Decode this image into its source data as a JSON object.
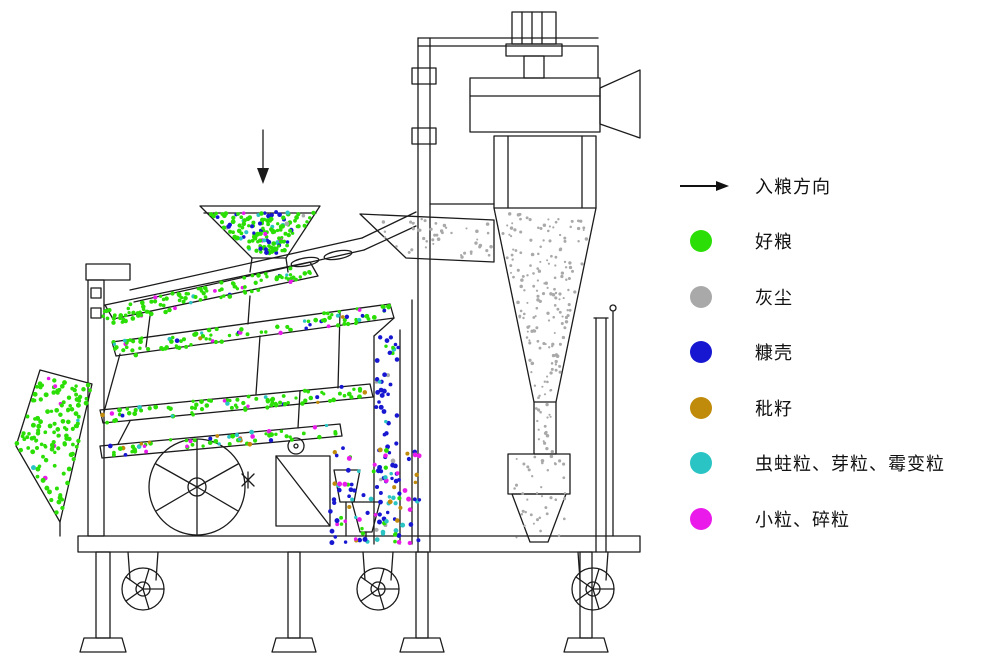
{
  "colors": {
    "line": "#1b1b1b",
    "arrow": "#111111",
    "good_grain": "#2bdf06",
    "dust": "#a9a9a9",
    "chaff": "#1717d1",
    "blighted_seed": "#c08a0a",
    "damaged_grain": "#2bc4c4",
    "small_broken": "#ea1bea"
  },
  "legend": {
    "items": [
      {
        "label": "入粮方向",
        "swatch": "arrow",
        "color_key": "arrow"
      },
      {
        "label": "好粮",
        "swatch": "dot",
        "color_key": "good_grain"
      },
      {
        "label": "灰尘",
        "swatch": "dot",
        "color_key": "dust"
      },
      {
        "label": "糠壳",
        "swatch": "dot",
        "color_key": "chaff"
      },
      {
        "label": "秕籽",
        "swatch": "dot",
        "color_key": "blighted_seed"
      },
      {
        "label": "虫蛀粒、芽粒、霉变粒",
        "swatch": "dot",
        "color_key": "damaged_grain"
      },
      {
        "label": "小粒、碎粒",
        "swatch": "dot",
        "color_key": "small_broken"
      }
    ]
  }
}
